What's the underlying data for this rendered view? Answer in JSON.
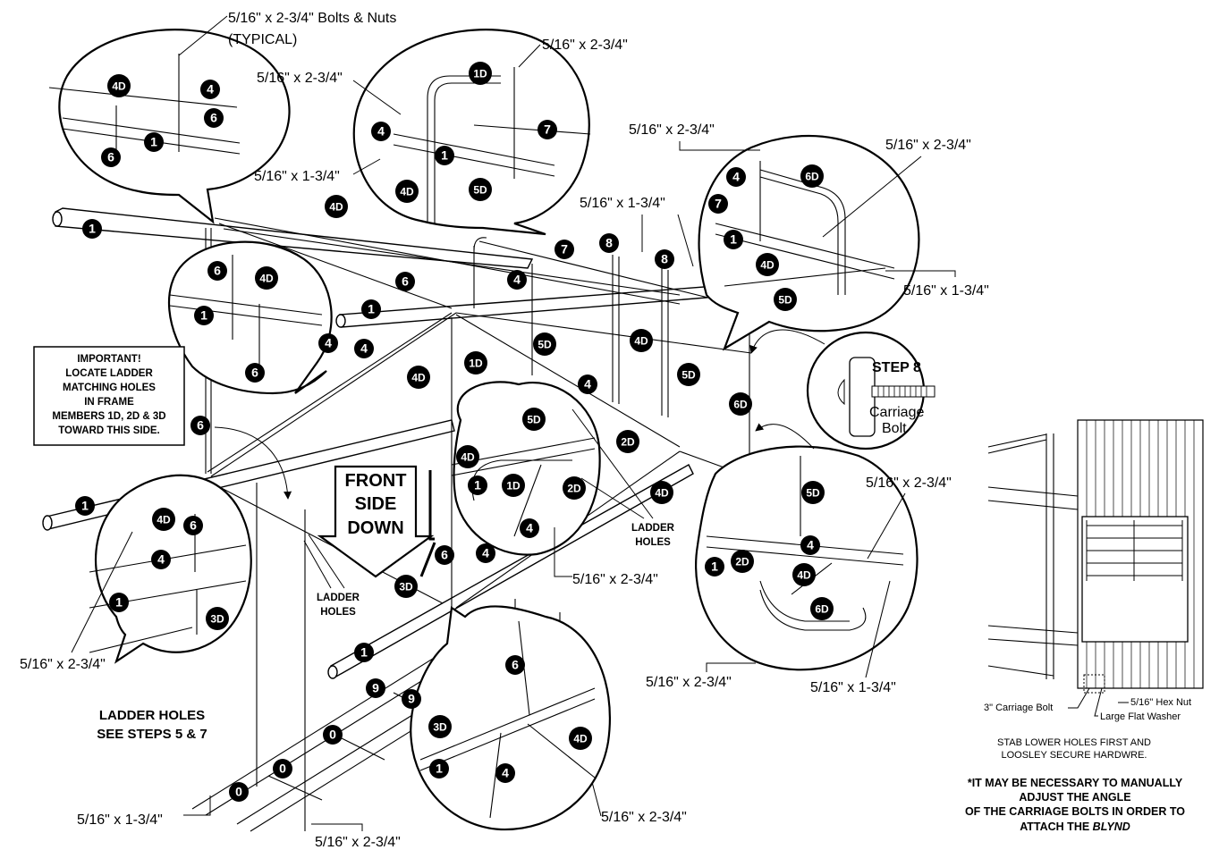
{
  "callouts": {
    "bolts_nuts": "5/16\" x 2-3/4\" Bolts & Nuts",
    "typical": "(TYPICAL)",
    "b234": "5/16\" x 2-3/4\"",
    "b134": "5/16\" x 1-3/4\""
  },
  "important_note": {
    "lines": [
      "IMPORTANT!",
      "LOCATE LADDER",
      "MATCHING HOLES",
      "IN FRAME",
      "MEMBERS 1D, 2D & 3D",
      "TOWARD THIS SIDE."
    ]
  },
  "front_arrow": {
    "lines": [
      "FRONT",
      "SIDE",
      "DOWN"
    ]
  },
  "ladder_holes": {
    "line1": "LADDER",
    "line2": "HOLES"
  },
  "ladder_note": {
    "line1": "LADDER HOLES",
    "line2": "SEE STEPS 5 & 7"
  },
  "step8": {
    "title": "STEP 8",
    "line1": "Carriage",
    "line2": "Bolt"
  },
  "blind_detail": {
    "carriage_bolt": "3\" Carriage Bolt",
    "hex_nut": "5/16\" Hex Nut",
    "flat_washer": "Large Flat Washer",
    "instruction_line1": "STAB LOWER HOLES FIRST AND",
    "instruction_line2": "LOOSLEY SECURE HARDWRE.",
    "warning_lines": [
      "*IT MAY BE NECESSARY TO MANUALLY",
      "ADJUST THE ANGLE",
      "OF THE CARRIAGE BOLTS IN ORDER TO"
    ],
    "warning_last_prefix": "ATTACH THE ",
    "warning_last_italic": "BLYND"
  },
  "parts": [
    "1",
    "1D",
    "2D",
    "3D",
    "4",
    "4D",
    "5D",
    "6",
    "6D",
    "7",
    "8",
    "9",
    "0"
  ]
}
